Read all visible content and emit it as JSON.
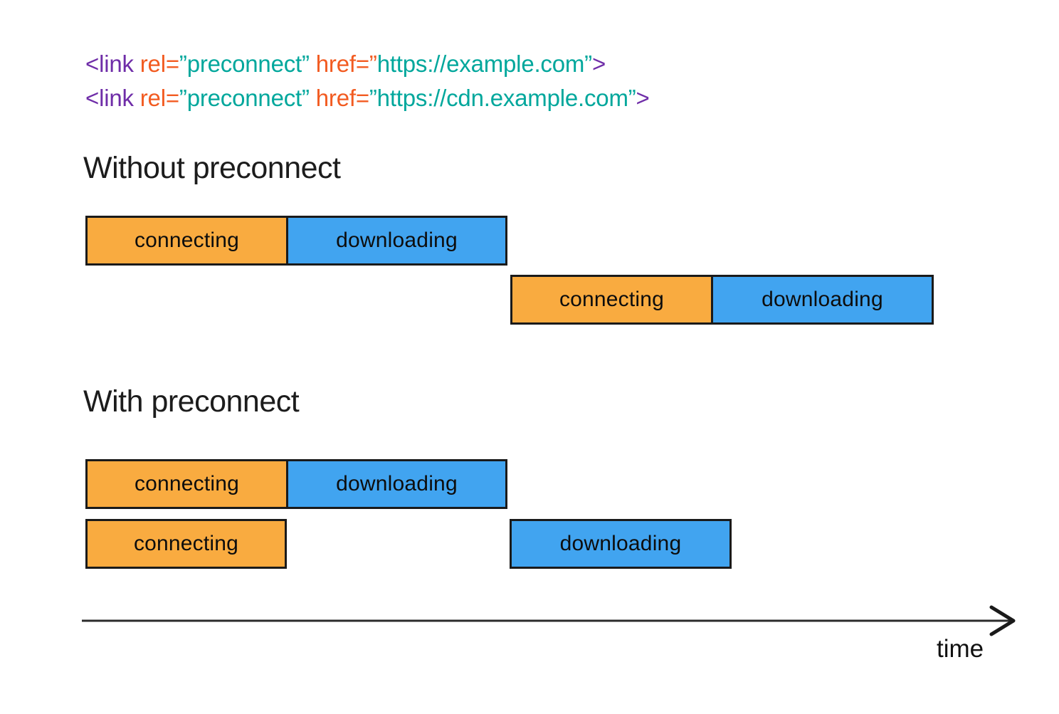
{
  "palette": {
    "tag_purple": "#6f2da8",
    "attr_orange": "#f25b21",
    "string_teal": "#00a79c",
    "bar_connecting": "#f9ab40",
    "bar_downloading": "#41a4f0",
    "bar_border": "#1a1a1a",
    "text_dark": "#1c1c1c",
    "axis_stroke": "#2b2b2b"
  },
  "code": {
    "lines": [
      {
        "segments": [
          {
            "text": "<link ",
            "color": "tag_purple"
          },
          {
            "text": "rel=",
            "color": "attr_orange"
          },
          {
            "text": "”preconnect” ",
            "color": "string_teal"
          },
          {
            "text": "href=”",
            "color": "attr_orange"
          },
          {
            "text": "https://example.com”",
            "color": "string_teal"
          },
          {
            "text": ">",
            "color": "tag_purple"
          }
        ]
      },
      {
        "segments": [
          {
            "text": "<link ",
            "color": "tag_purple"
          },
          {
            "text": "rel=",
            "color": "attr_orange"
          },
          {
            "text": "”preconnect” ",
            "color": "string_teal"
          },
          {
            "text": "href=",
            "color": "attr_orange"
          },
          {
            "text": "”https://cdn.example.com”",
            "color": "string_teal"
          },
          {
            "text": ">",
            "color": "tag_purple"
          }
        ]
      }
    ]
  },
  "sections": [
    {
      "title": "Without preconnect",
      "rows": [
        {
          "bars": [
            {
              "label": "connecting",
              "kind": "connecting"
            },
            {
              "label": "downloading",
              "kind": "downloading"
            }
          ]
        },
        {
          "bars": [
            {
              "label": "connecting",
              "kind": "connecting"
            },
            {
              "label": "downloading",
              "kind": "downloading"
            }
          ]
        }
      ]
    },
    {
      "title": "With preconnect",
      "rows": [
        {
          "bars": [
            {
              "label": "connecting",
              "kind": "connecting"
            },
            {
              "label": "downloading",
              "kind": "downloading"
            }
          ]
        },
        {
          "bars": [
            {
              "label": "connecting",
              "kind": "connecting"
            },
            {
              "label": "downloading",
              "kind": "downloading"
            }
          ]
        }
      ]
    }
  ],
  "axis": {
    "label": "time"
  }
}
